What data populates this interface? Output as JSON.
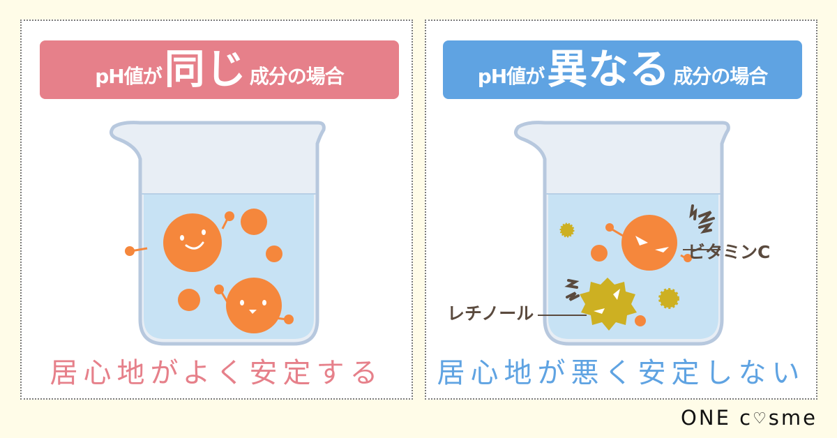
{
  "colors": {
    "background": "#FFFCE8",
    "panel": "#FFFFFF",
    "pink": "#E6808A",
    "blue": "#5FA3E2",
    "orange": "#F5873C",
    "mustard": "#CDB022",
    "liquid": "#C7E2F4",
    "glass": "#E8EEF5",
    "glass_edge": "#B7C8DE",
    "label_text": "#5A4A3E"
  },
  "left_panel": {
    "banner": {
      "prefix": "pH値が",
      "emphasis": "同じ",
      "suffix": "成分の場合"
    },
    "caption": "居心地がよく安定する",
    "characters": [
      "happy-orange-particle",
      "smiling-orange-particle"
    ]
  },
  "right_panel": {
    "banner": {
      "prefix": "pH値が",
      "emphasis": "異なる",
      "suffix": "成分の場合"
    },
    "caption": "居心地が悪く安定しない",
    "labels": {
      "vitamin_c": "ビタミンC",
      "retinol": "レチノール"
    }
  },
  "logo": {
    "part1": "ONE",
    "part2_pre": "c",
    "heart": "♡",
    "part2_post": "sme"
  }
}
